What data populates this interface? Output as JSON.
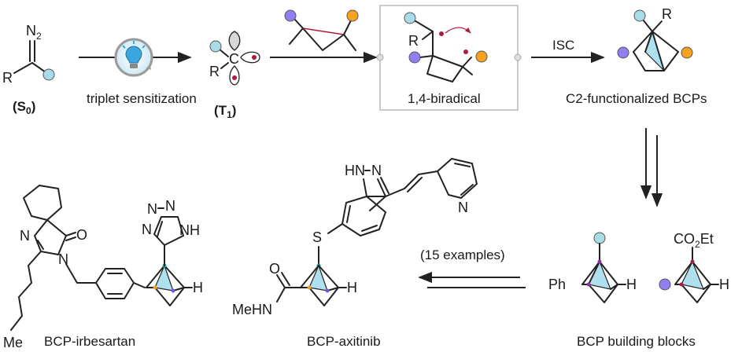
{
  "colors": {
    "cyan_substituent": "#a8dde8",
    "purple_substituent": "#8f7ff2",
    "orange_substituent": "#f7a21e",
    "radical_red": "#b01a3a",
    "bcp_fill": "#b8e2f0",
    "box_border": "#b8b8b8"
  },
  "labels": {
    "s0_prefix": "(",
    "s0_main": "S",
    "s0_sub": "0",
    "s0_suffix": ")",
    "t1_prefix": "(",
    "t1_main": "T",
    "t1_sub": "1",
    "t1_suffix": ")",
    "sensitization": "triplet sensitization",
    "biradical": "1,4-biradical",
    "isc": "ISC",
    "c2_bcps": "C2-functionalized BCPs",
    "building_blocks": "BCP building blocks",
    "examples": "(15 examples)",
    "irbesartan": "BCP-irbesartan",
    "axitinib": "BCP-axitinib"
  },
  "atoms": {
    "n2_main": "N",
    "n2_sub": "2",
    "r": "R",
    "c": "C",
    "ph": "Ph",
    "h": "H",
    "co2et_a": "CO",
    "co2et_sub": "2",
    "co2et_b": "Et",
    "n": "N",
    "o": "O",
    "s": "S",
    "hn": "HN",
    "nh": "NH",
    "hn_dash": "N",
    "meo_a": "MeHN",
    "me": "Me",
    "tetrazole_h": "H",
    "nequals": "N"
  },
  "icons": {
    "sensitizer": "lightbulb-recycle-icon"
  }
}
